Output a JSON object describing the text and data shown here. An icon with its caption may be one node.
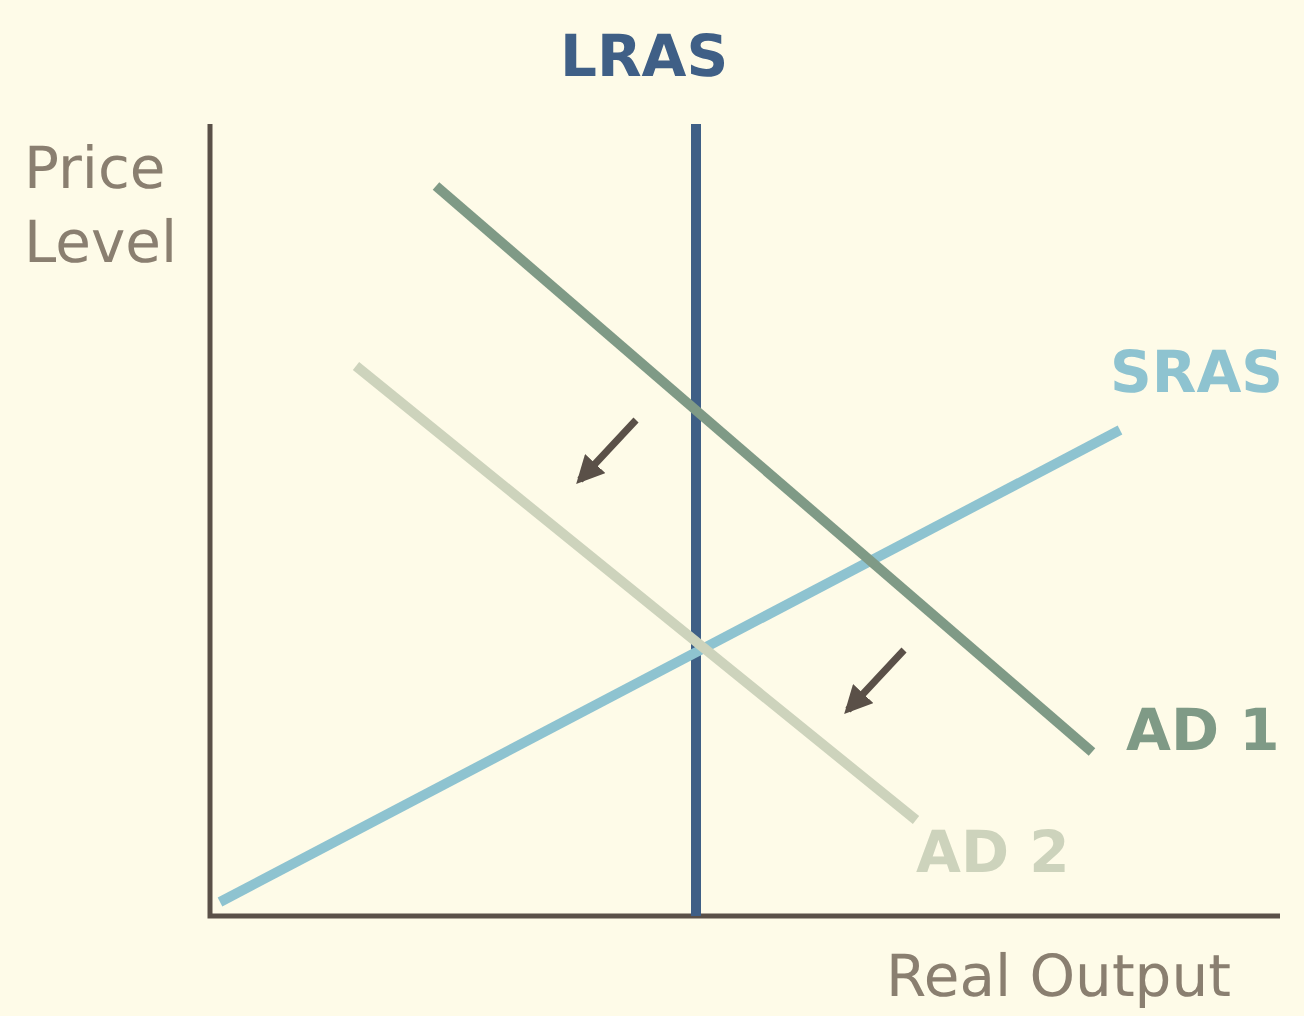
{
  "diagram": {
    "labels": [
      "LRAS",
      "Price Level",
      "SRAS",
      "AD 1",
      "AD 2",
      "Real Output"
    ]
  }
}
